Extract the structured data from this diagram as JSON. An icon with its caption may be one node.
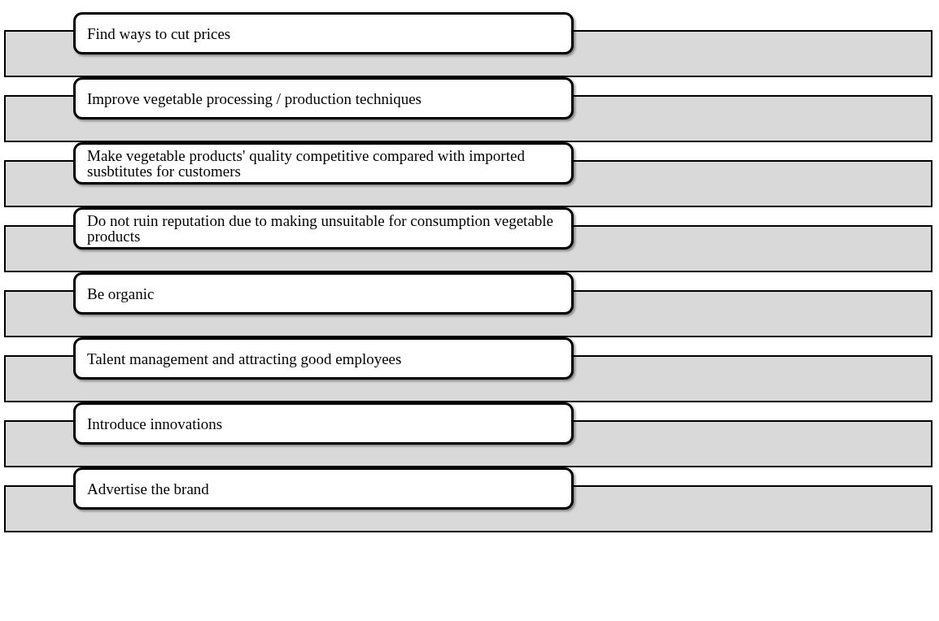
{
  "diagram": {
    "nodes": [
      {
        "text": [
          "Find ways to cut prices"
        ]
      },
      {
        "text": [
          "Improve vegetable processing / production techniques"
        ]
      },
      {
        "text": [
          "Make vegetable products' quality competitive compared with imported susbtitutes for customers"
        ]
      },
      {
        "text": [
          "Do not ruin reputation due to making unsuitable for consumption vegetable products"
        ]
      },
      {
        "text": [
          "Be organic"
        ]
      },
      {
        "text": [
          "Talent management and attracting good employees"
        ]
      },
      {
        "text": [
          "Introduce innovations"
        ]
      },
      {
        "text": [
          "Advertise the brand"
        ]
      }
    ]
  }
}
